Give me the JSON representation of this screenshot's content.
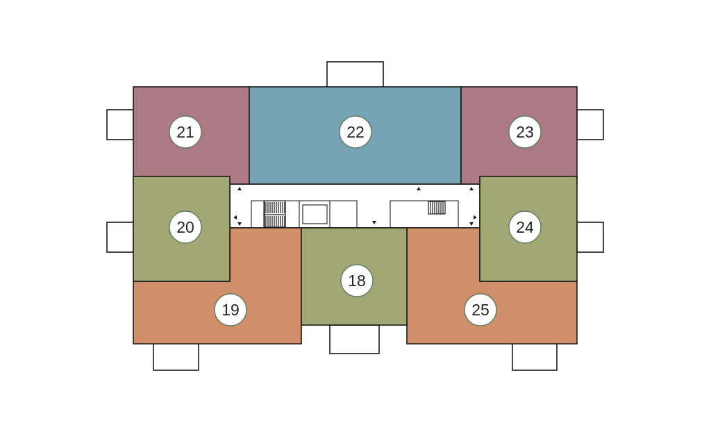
{
  "colors": {
    "mauve": "#ad7985",
    "teal": "#76a4b4",
    "olive": "#a1a874",
    "orange": "#d18f69",
    "outline": "#1a1a1a",
    "badge_border": "#5f7a62"
  },
  "units": [
    {
      "id": "unit-21",
      "label": "21",
      "color": "mauve"
    },
    {
      "id": "unit-22",
      "label": "22",
      "color": "teal"
    },
    {
      "id": "unit-23",
      "label": "23",
      "color": "mauve"
    },
    {
      "id": "unit-20",
      "label": "20",
      "color": "olive"
    },
    {
      "id": "unit-24",
      "label": "24",
      "color": "olive"
    },
    {
      "id": "unit-18",
      "label": "18",
      "color": "olive"
    },
    {
      "id": "unit-19",
      "label": "19",
      "color": "orange"
    },
    {
      "id": "unit-25",
      "label": "25",
      "color": "orange"
    }
  ]
}
